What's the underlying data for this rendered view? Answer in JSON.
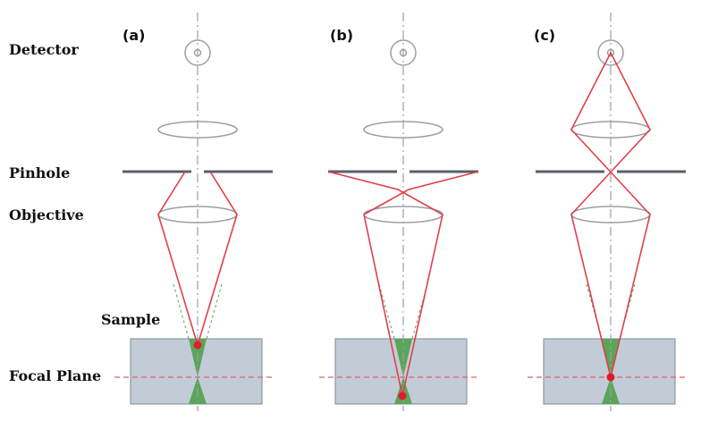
{
  "labels": {
    "detector": "Detector",
    "pinhole": "Pinhole",
    "objective": "Objective",
    "sample": "Sample",
    "focal_plane": "Focal Plane"
  },
  "panels": [
    {
      "tag": "(a)",
      "emitter": "above focal plane"
    },
    {
      "tag": "(b)",
      "emitter": "below focal plane"
    },
    {
      "tag": "(c)",
      "emitter": "in focal plane"
    }
  ],
  "colors": {
    "ray": "#e0404a",
    "emitter": "#e01c2a",
    "cone": "#5aa55a",
    "sample_fill": "#c2ccd6",
    "sample_edge": "#7e8a96",
    "lens": "#9aa0a6",
    "pinhole": "#56606a",
    "axis": "#9aa0a6",
    "focal_line": "#e06070"
  }
}
